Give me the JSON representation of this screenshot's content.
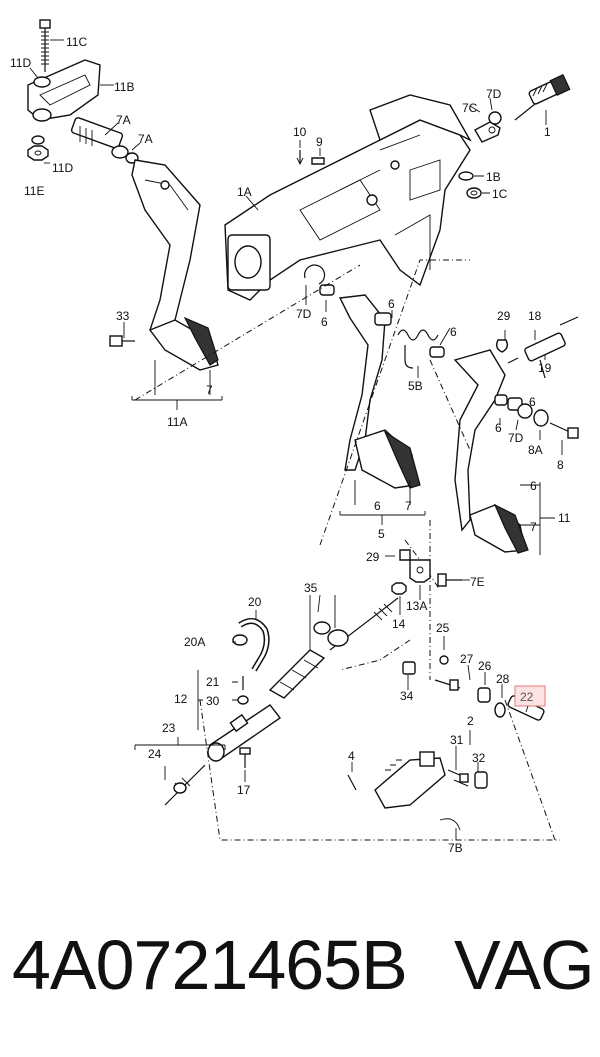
{
  "labels": {
    "l11C": "11C",
    "l11D": "11D",
    "l11B": "11B",
    "l7A_a": "7A",
    "l7A_b": "7A",
    "l11D_b": "11D",
    "l11E": "11E",
    "l10": "10",
    "l9": "9",
    "l1A": "1A",
    "l7D_a": "7D",
    "l7C": "7C",
    "l1": "1",
    "l1B": "1B",
    "l1C": "1C",
    "l33": "33",
    "l7_a": "7",
    "l11A": "11A",
    "l7D_b": "7D",
    "l6_a": "6",
    "l6_b": "6",
    "l6_c": "6",
    "l5B": "5B",
    "l6_d": "6",
    "l29_a": "29",
    "l18": "18",
    "l19": "19",
    "l6_e": "6",
    "l7D_c": "7D",
    "l8A": "8A",
    "l8": "8",
    "l6_f": "6",
    "l7_b": "7",
    "l5": "5",
    "l6_g": "6",
    "l7_c": "7",
    "l11": "11",
    "l29_b": "29",
    "l7E": "7E",
    "l13A": "13A",
    "l35": "35",
    "l14": "14",
    "l20": "20",
    "l20A": "20A",
    "l25": "25",
    "l21": "21",
    "l30": "30",
    "l12": "12",
    "l27": "27",
    "l26": "26",
    "l28": "28",
    "l34": "34",
    "l22": "22",
    "l23": "23",
    "l24": "24",
    "l17": "17",
    "l2": "2",
    "l4": "4",
    "l31": "31",
    "l32": "32",
    "l7B": "7B"
  },
  "footer": {
    "part_number": "4A0721465B",
    "brand": "VAG"
  },
  "highlight_color": "#fde2e2"
}
